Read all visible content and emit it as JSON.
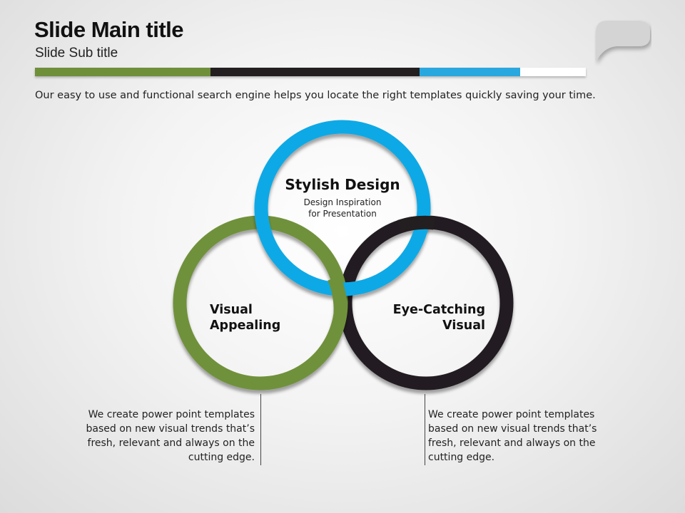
{
  "header": {
    "title": "Slide Main title",
    "subtitle": "Slide Sub title",
    "description": "Our easy to use and functional search engine helps you locate the right templates quickly saving your time.",
    "bar_colors": [
      "#6f8f3a",
      "#231f20",
      "#29a8e0",
      "#ffffff"
    ]
  },
  "circles": [
    {
      "id": "top",
      "title": "Stylish Design",
      "subtitle_lines": [
        "Design Inspiration",
        "for Presentation"
      ],
      "color": "#10a9e6"
    },
    {
      "id": "left",
      "title_lines": [
        "Visual",
        "Appealing"
      ],
      "color": "#6f913a"
    },
    {
      "id": "right",
      "title_lines": [
        "Eye-Catching",
        "Visual"
      ],
      "color": "#231f20"
    }
  ],
  "notes": {
    "left": [
      "We create power point templates",
      "based on new visual trends that’s",
      "fresh, relevant and always on the",
      "cutting edge."
    ],
    "right": [
      "We create power point templates",
      "based on new visual trends that’s",
      "fresh, relevant and always on the",
      "cutting edge."
    ]
  }
}
